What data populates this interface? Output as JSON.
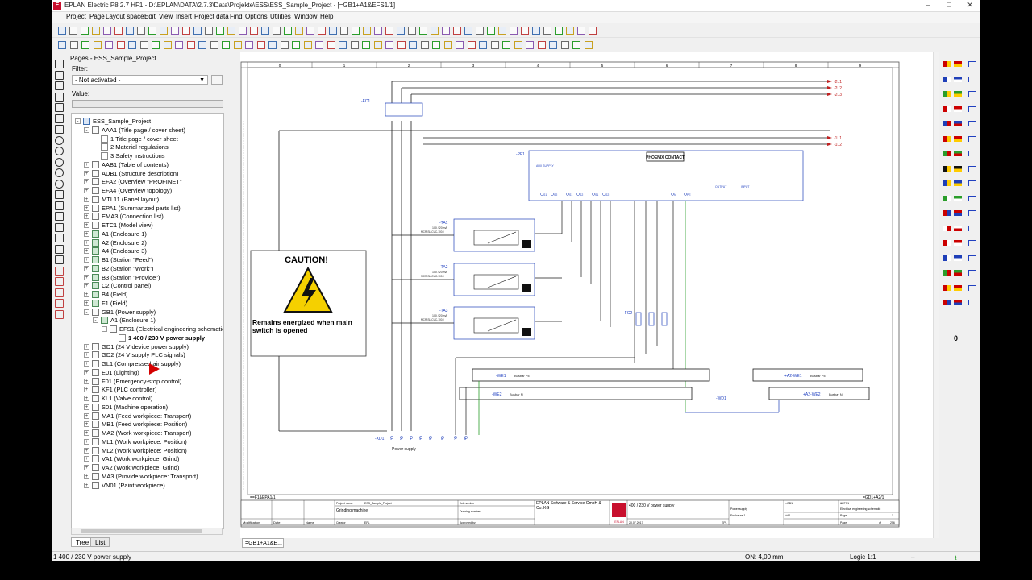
{
  "window": {
    "title": "EPLAN Electric P8 2.7 HF1 - D:\\EPLAN\\DATA\\2.7.3\\Data\\Projekte\\ESS\\ESS_Sample_Project - [=GB1+A1&EFS1/1]",
    "minimize": "–",
    "maximize": "□",
    "close": "✕"
  },
  "menu": [
    "Project",
    "Page",
    "Layout space",
    "Edit",
    "View",
    "Insert",
    "Project data",
    "Find",
    "Options",
    "Utilities",
    "Window",
    "Help"
  ],
  "pages_panel": {
    "title": "Pages - ESS_Sample_Project",
    "filter_label": "Filter:",
    "filter_value": "- Not activated -",
    "filter_button": "...",
    "value_label": "Value:",
    "tabs": [
      "Tree",
      "List"
    ]
  },
  "tree": [
    {
      "label": "ESS_Sample_Project",
      "level": 0,
      "icon": "project",
      "exp": "-"
    },
    {
      "label": "AAA1 (Title page / cover sheet)",
      "level": 1,
      "icon": "folder",
      "exp": "-"
    },
    {
      "label": "1 Title page / cover sheet",
      "level": 2,
      "icon": "page",
      "exp": ""
    },
    {
      "label": "2 Material regulations",
      "level": 2,
      "icon": "page",
      "exp": ""
    },
    {
      "label": "3 Safety instructions",
      "level": 2,
      "icon": "page",
      "exp": ""
    },
    {
      "label": "AAB1 (Table of contents)",
      "level": 1,
      "icon": "folder",
      "exp": "+"
    },
    {
      "label": "ADB1 (Structure description)",
      "level": 1,
      "icon": "folder",
      "exp": "+"
    },
    {
      "label": "EFA2 (Overview \"PROFINET\"",
      "level": 1,
      "icon": "folder",
      "exp": "+"
    },
    {
      "label": "EFA4 (Overview topology)",
      "level": 1,
      "icon": "folder",
      "exp": "+"
    },
    {
      "label": "MTL11 (Panel layout)",
      "level": 1,
      "icon": "folder",
      "exp": "+"
    },
    {
      "label": "EPA1 (Summarized parts list)",
      "level": 1,
      "icon": "folder",
      "exp": "+"
    },
    {
      "label": "EMA3 (Connection list)",
      "level": 1,
      "icon": "folder",
      "exp": "+"
    },
    {
      "label": "ETC1 (Model view)",
      "level": 1,
      "icon": "folder",
      "exp": "+"
    },
    {
      "label": "A1 (Enclosure 1)",
      "level": 1,
      "icon": "green",
      "exp": "+"
    },
    {
      "label": "A2 (Enclosure 2)",
      "level": 1,
      "icon": "green",
      "exp": "+"
    },
    {
      "label": "A4 (Enclosure 3)",
      "level": 1,
      "icon": "green",
      "exp": "+"
    },
    {
      "label": "B1 (Station \"Feed\")",
      "level": 1,
      "icon": "green",
      "exp": "+"
    },
    {
      "label": "B2 (Station \"Work\")",
      "level": 1,
      "icon": "green",
      "exp": "+"
    },
    {
      "label": "B3 (Station \"Provide\")",
      "level": 1,
      "icon": "green",
      "exp": "+"
    },
    {
      "label": "C2 (Control panel)",
      "level": 1,
      "icon": "green",
      "exp": "+"
    },
    {
      "label": "B4 (Field)",
      "level": 1,
      "icon": "green",
      "exp": "+"
    },
    {
      "label": "F1 (Field)",
      "level": 1,
      "icon": "green",
      "exp": "+"
    },
    {
      "label": "GB1 (Power supply)",
      "level": 1,
      "icon": "folder",
      "exp": "-"
    },
    {
      "label": "A1 (Enclosure 1)",
      "level": 2,
      "icon": "green",
      "exp": "-"
    },
    {
      "label": "EFS1 (Electrical engineering schematic)",
      "level": 3,
      "icon": "folder",
      "exp": "-"
    },
    {
      "label": "1 400 / 230 V power supply",
      "level": 4,
      "icon": "page",
      "exp": "",
      "selected": true
    },
    {
      "label": "GD1 (24 V device power supply)",
      "level": 1,
      "icon": "folder",
      "exp": "+"
    },
    {
      "label": "GD2 (24 V supply PLC signals)",
      "level": 1,
      "icon": "folder",
      "exp": "+"
    },
    {
      "label": "GL1 (Compressed air supply)",
      "level": 1,
      "icon": "folder",
      "exp": "+"
    },
    {
      "label": "E01 (Lighting)",
      "level": 1,
      "icon": "folder",
      "exp": "+"
    },
    {
      "label": "F01 (Emergency-stop control)",
      "level": 1,
      "icon": "folder",
      "exp": "+"
    },
    {
      "label": "KF1 (PLC controller)",
      "level": 1,
      "icon": "folder",
      "exp": "+"
    },
    {
      "label": "KL1 (Valve control)",
      "level": 1,
      "icon": "folder",
      "exp": "+"
    },
    {
      "label": "S01 (Machine operation)",
      "level": 1,
      "icon": "folder",
      "exp": "+"
    },
    {
      "label": "MA1 (Feed workpiece: Transport)",
      "level": 1,
      "icon": "folder",
      "exp": "+"
    },
    {
      "label": "MB1 (Feed workpiece: Position)",
      "level": 1,
      "icon": "folder",
      "exp": "+"
    },
    {
      "label": "MA2 (Work workpiece: Transport)",
      "level": 1,
      "icon": "folder",
      "exp": "+"
    },
    {
      "label": "ML1 (Work workpiece: Position)",
      "level": 1,
      "icon": "folder",
      "exp": "+"
    },
    {
      "label": "ML2 (Work workpiece: Position)",
      "level": 1,
      "icon": "folder",
      "exp": "+"
    },
    {
      "label": "VA1 (Work workpiece: Grind)",
      "level": 1,
      "icon": "folder",
      "exp": "+"
    },
    {
      "label": "VA2 (Work workpiece: Grind)",
      "level": 1,
      "icon": "folder",
      "exp": "+"
    },
    {
      "label": "MA3 (Provide workpiece: Transport)",
      "level": 1,
      "icon": "folder",
      "exp": "+"
    },
    {
      "label": "VN01 (Paint workpiece)",
      "level": 1,
      "icon": "folder",
      "exp": "+"
    }
  ],
  "schematic": {
    "columns": [
      "0",
      "1",
      "2",
      "3",
      "4",
      "5",
      "6",
      "7",
      "8",
      "9"
    ],
    "caution_title": "CAUTION!",
    "caution_text": "Remains energized when main switch is opened",
    "tags": {
      "fc1": "-FC1",
      "pf1": "-PF1",
      "ta1": "-TA1",
      "ta2": "-TA2",
      "ta3": "-TA3",
      "fc2": "-FC2",
      "xd1": "-XD1",
      "wd1": "-WD1",
      "we1": "-WE1",
      "we2": "-WE2",
      "a2we1": "+A2-WE1",
      "a2we2": "+A2-WE2"
    },
    "busbar_pe": "Busbar PE",
    "busbar_n": "Busbar N",
    "power_supply": "Power supply",
    "phoenix_logo": "PHOENIX CONTACT",
    "ta_rating": "100 / 20 mA",
    "ta_product": "MCR-SL-CUC-100-I",
    "lines_right": [
      "-2L1",
      "-2L2",
      "-2L3",
      "-1L1",
      "-1L2"
    ],
    "pf1_header": "AUX SUPPLY",
    "pf1_terminals": [
      "S1",
      "S2",
      "S1",
      "S2",
      "S1",
      "S2",
      "N",
      "PE"
    ],
    "pf1_io": [
      "OUTPUT",
      "INPUT"
    ],
    "xd1_terminals": [
      "1",
      "2",
      "3",
      "4",
      "5",
      "6",
      "7",
      "8"
    ],
    "ref_left": "==F1&EPA1/1",
    "ref_right": "=GD1+A2/1"
  },
  "title_block": {
    "project_name_label": "Project name",
    "project_name": "ESS_Sample_Project",
    "desc": "Grinding machine",
    "company": "EPLAN Software & Service GmbH & Co. KG",
    "page_desc": "400 / 230 V power supply",
    "date": "20.07.2017",
    "creator_label": "Creator",
    "creator": "EPL",
    "modification": "Modification",
    "date_label": "Date",
    "name_label": "Name",
    "approved_label": "Approved by",
    "job_label": "Job number",
    "drawing_label": "Drawing number",
    "page_label": "Page",
    "page_no": "1",
    "of_label": "of",
    "total": "256",
    "right_tag": "=GB1",
    "right_loc": "+A1",
    "right_doc": "&EFS1",
    "right_doc_desc": "Electrical engineering schematic",
    "power_supply_label": "Power supply",
    "enclosure_label": "Enclosure 1",
    "logo": "EPLAN"
  },
  "sheet_tab": "=GB1+A1&E...",
  "status": {
    "left": "1 400 / 230 V power supply",
    "on": "ON: 4,00 mm",
    "logic": "Logic 1:1",
    "arrow": "–"
  },
  "right_counter": "0",
  "colors": {
    "wire_black": "#1a1a1a",
    "wire_blue": "#1f3fb8",
    "wire_red": "#c02020",
    "wire_green": "#2a9d2a",
    "tag_blue": "#2040c0",
    "caution_yellow": "#f5d000"
  }
}
